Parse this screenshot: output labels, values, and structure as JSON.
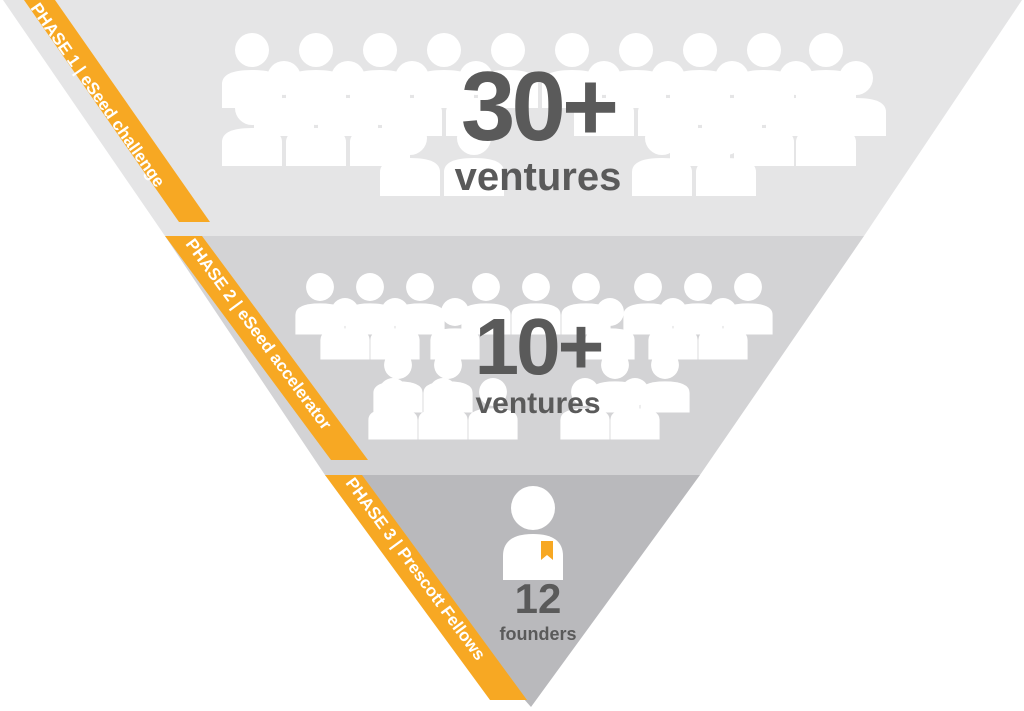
{
  "colors": {
    "tier1": "#e5e5e6",
    "tier2": "#d3d3d5",
    "tier3": "#b9b9bc",
    "ribbon": "#f7a823",
    "number": "#5a5a5a",
    "people": "#ffffff"
  },
  "phases": [
    {
      "label": "PHASE 1  |  eSeed challenge",
      "count": "30+",
      "unit": "ventures"
    },
    {
      "label": "PHASE 2  |  eSeed accelerator",
      "count": "10+",
      "unit": "ventures"
    },
    {
      "label": "PHASE 3  |  Prescott Fellows",
      "count": "12",
      "unit": "founders"
    }
  ],
  "icons": {
    "tier1": "people-crowd-icon",
    "tier2": "people-group-icon",
    "tier3": "fellow-person-icon"
  }
}
